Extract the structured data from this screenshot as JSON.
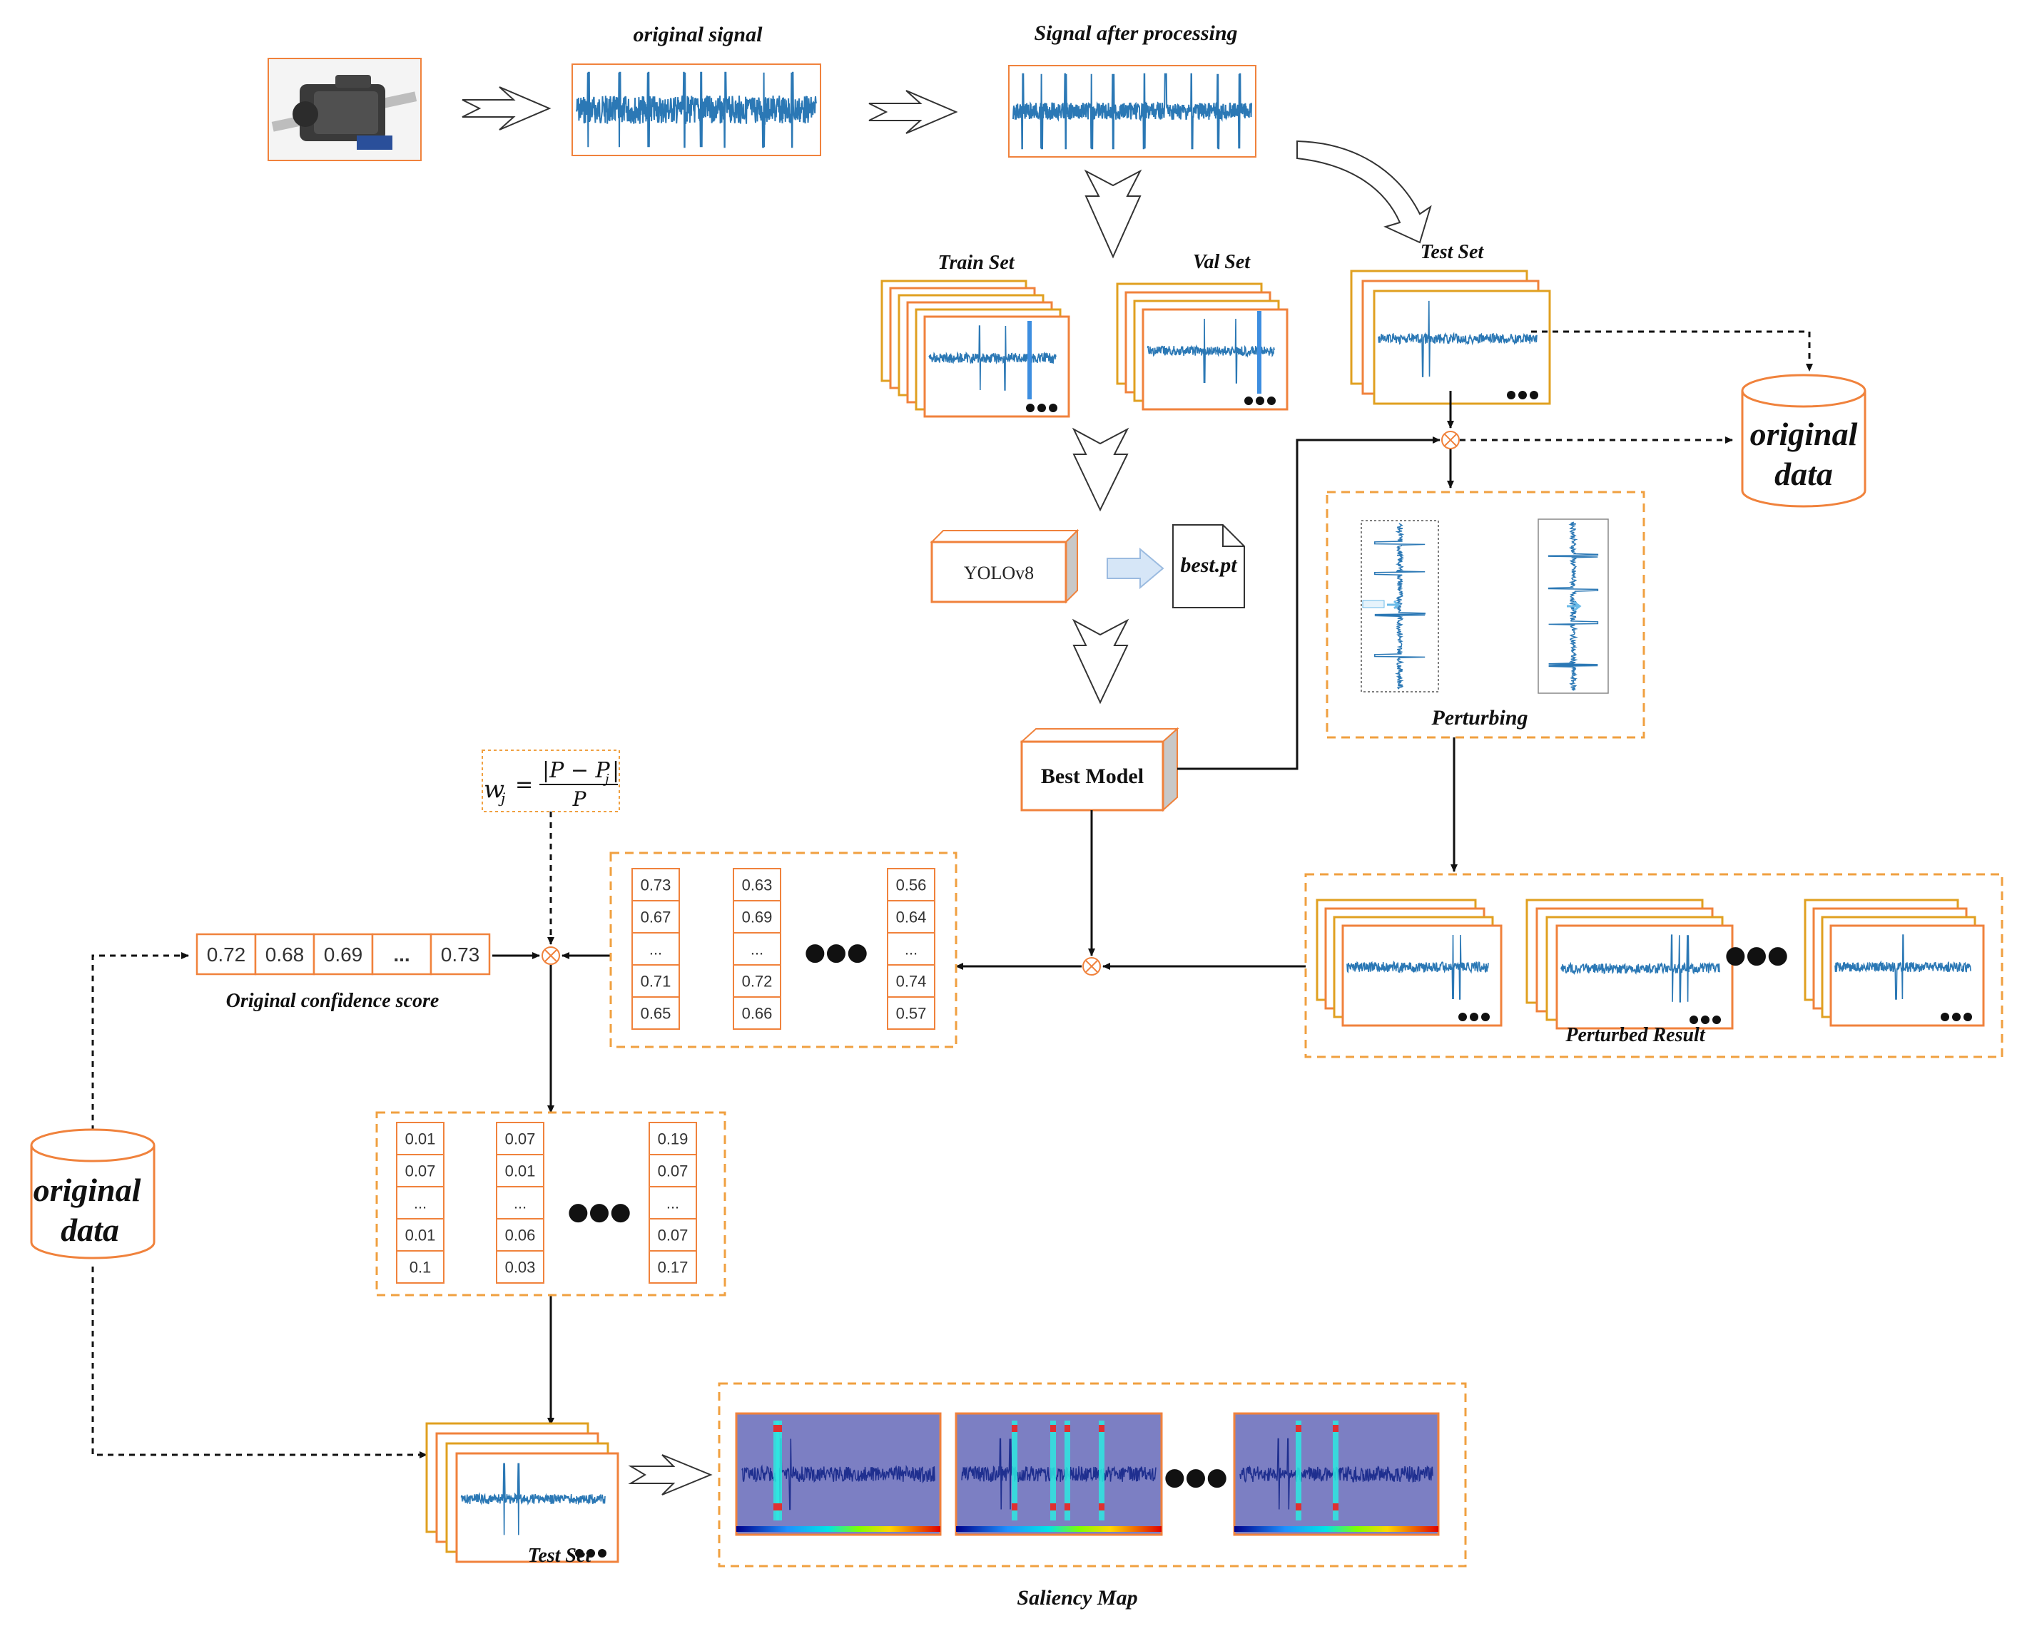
{
  "labels": {
    "original_signal": "original signal",
    "signal_after_processing": "Signal after processing",
    "train_set": "Train Set",
    "val_set": "Val Set",
    "test_set_top": "Test Set",
    "test_set_bottom": "Test Set",
    "yolo": "YOLOv8",
    "best_pt": "best.pt",
    "best_model": "Best Model",
    "perturbing": "Perturbing",
    "perturbed_result": "Perturbed Result",
    "original_confidence_score": "Original confidence score",
    "saliency_map": "Saliency Map",
    "ellipsis": "●●●"
  },
  "databases": {
    "right": [
      "original",
      "data"
    ],
    "left": [
      "original",
      "data"
    ]
  },
  "formula": {
    "lhs": "w",
    "lhs_sub": "j",
    "numerator": "|P − P",
    "numerator_sub": "j",
    "numerator_end": "|",
    "denominator": "P"
  },
  "confidence_row": [
    "0.72",
    "0.68",
    "0.69",
    "...",
    "0.73"
  ],
  "perturbed_scores": [
    [
      "0.73",
      "0.67",
      "...",
      "0.71",
      "0.65"
    ],
    [
      "0.63",
      "0.69",
      "...",
      "0.72",
      "0.66"
    ],
    [
      "0.56",
      "0.64",
      "...",
      "0.74",
      "0.57"
    ]
  ],
  "weights": [
    [
      "0.01",
      "0.07",
      "...",
      "0.01",
      "0.1"
    ],
    [
      "0.07",
      "0.01",
      "...",
      "0.06",
      "0.03"
    ],
    [
      "0.19",
      "0.07",
      "...",
      "0.07",
      "0.17"
    ]
  ],
  "colors": {
    "orange": "#f0823c",
    "signal": "#2b78b5",
    "saliency_bg": "#7c7fc3",
    "arrow": "#111111",
    "gold": "#e0a020"
  }
}
